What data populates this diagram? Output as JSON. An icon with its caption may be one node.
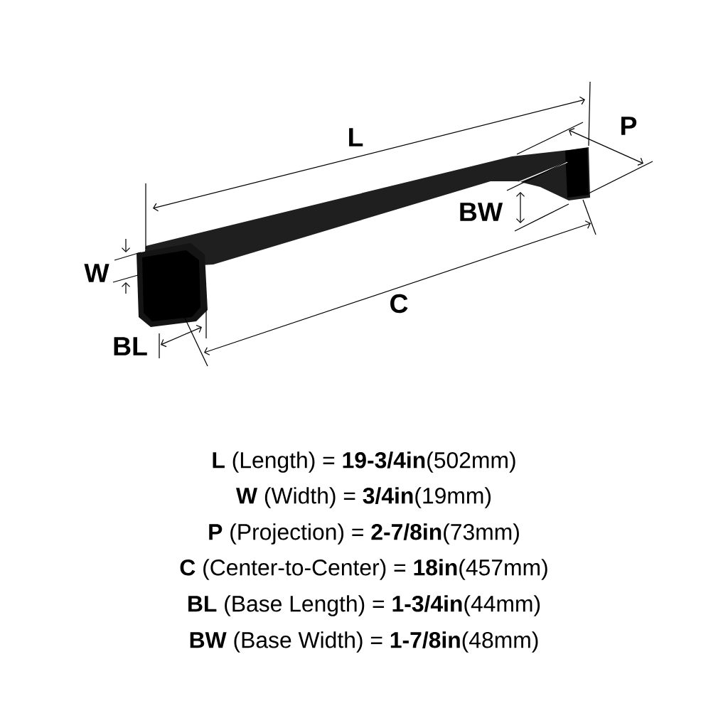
{
  "diagram": {
    "labels": [
      "L",
      "P",
      "BW",
      "W",
      "C",
      "BL",
      "**L** (Length) = **19-3/4in**(502mm)",
      "**W** (Width) = **3/4in**(19mm)",
      "**P** (Projection) = **2-7/8in**(73mm)",
      "**C** (Center-to-Center) = **18in**(457mm)",
      "**BL** (Base Length) = **1-3/4in**(44mm)",
      "**BW** (Base Width) = **1-7/8in**(48mm)"
    ]
  }
}
